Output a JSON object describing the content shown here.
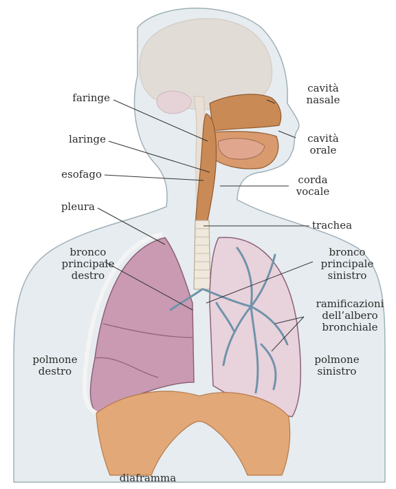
{
  "labels": {
    "faringe": "faringe",
    "laringe": "laringe",
    "esofago": "esofago",
    "pleura": "pleura",
    "bronco_principale_destro": "bronco\nprincipale\ndestro",
    "polmone_destro": "polmone\ndestro",
    "diaframma": "diaframma",
    "cavita_nasale": "cavità\nnasale",
    "cavita_orale": "cavità\norale",
    "corda_vocale": "corda\nvocale",
    "trachea": "trachea",
    "bronco_principale_sinistro": "bronco\nprincipale\nsinistro",
    "ramificazioni": "ramificazioni\ndell’albero\nbronchiale",
    "polmone_sinistro": "polmone\nsinistro"
  },
  "colors": {
    "body_fill": "#e6ecef",
    "body_outline": "#9fb0b8",
    "brain": "#e2dcd6",
    "airway": "#c98a55",
    "airway_dark": "#8f5a30",
    "trachea": "#efe8dc",
    "lung": "#c99ab2",
    "lung_left": "#e8d2dc",
    "bronchial_tree": "#6f93a9",
    "diaphragm": "#e2a877",
    "leader_line": "#333333"
  }
}
